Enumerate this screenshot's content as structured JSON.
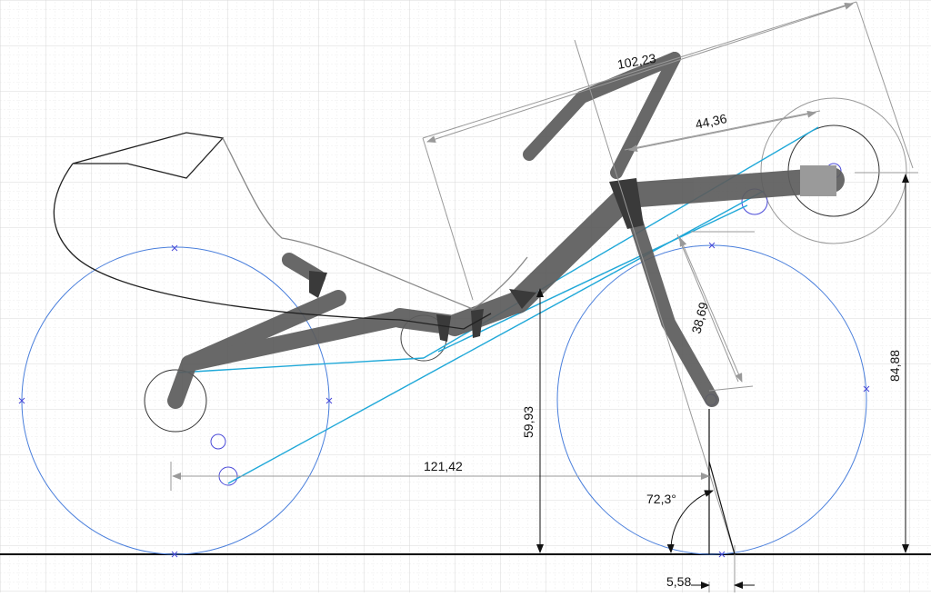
{
  "drawing": {
    "dimensions": {
      "wheelbase": "121,42",
      "seat_height": "59,93",
      "frame_reach": "102,23",
      "crank_offset": "44,36",
      "fork_length": "38,69",
      "overall_height": "84,88",
      "head_angle": "72,3°",
      "trail": "5,58"
    }
  },
  "colors": {
    "grid": "#e6e6e6",
    "wheel": "#4a7fdc",
    "chain": "#1fa8d8",
    "frame": "#5c5c5c",
    "dimension": "#8c8c8c",
    "ground": "#000000"
  }
}
